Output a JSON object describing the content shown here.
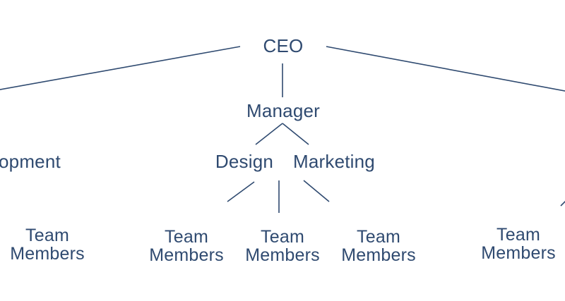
{
  "org_chart": {
    "root": "CEO",
    "manager": "Manager",
    "departments": {
      "left_partial": "opment",
      "design": "Design",
      "marketing": "Marketing"
    },
    "members": [
      {
        "line1": "Team",
        "line2": "Members"
      },
      {
        "line1": "Team",
        "line2": "Members"
      },
      {
        "line1": "Team",
        "line2": "Members"
      },
      {
        "line1": "Team",
        "line2": "Members"
      },
      {
        "line1": "Team",
        "line2": "Members"
      }
    ],
    "line_color": "#2f4a70",
    "text_color": "#2f4a70"
  }
}
